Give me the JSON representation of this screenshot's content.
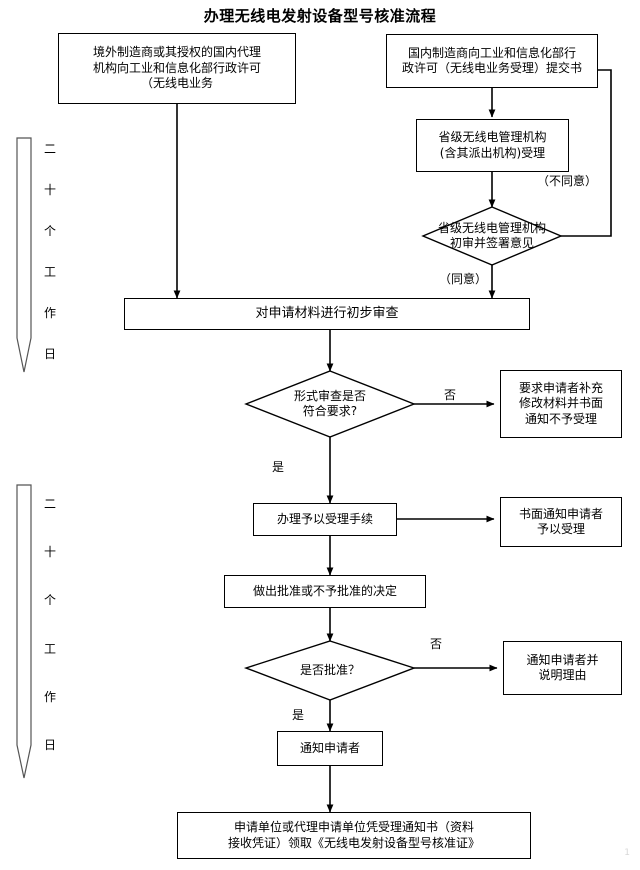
{
  "title": "办理无线电发射设备型号核准流程",
  "page_number": "1",
  "labels": {
    "yes": "是",
    "no": "否",
    "agree": "（同意）",
    "disagree": "（不同意）"
  },
  "duration_markers": [
    {
      "name": "upper",
      "chars": [
        "二",
        "十",
        "个",
        "工",
        "作",
        "日"
      ]
    },
    {
      "name": "lower",
      "chars": [
        "二",
        "十",
        "个",
        "工",
        "作",
        "日"
      ]
    }
  ],
  "nodes": {
    "overseas_applicant": {
      "shape": "box",
      "lines": [
        "境外制造商或其授权的国内代理",
        "机构向工业和信息化部行政许可",
        "（无线电业务"
      ]
    },
    "domestic_applicant": {
      "shape": "box",
      "lines": [
        "国内制造商向工业和信息化部行",
        "政许可（无线电业务受理）提交书"
      ]
    },
    "provincial_accept": {
      "shape": "box",
      "lines": [
        "省级无线电管理机构",
        "(含其派出机构)受理"
      ]
    },
    "provincial_review": {
      "shape": "diamond",
      "lines": [
        "省级无线电管理机构",
        "初审并签署意见"
      ]
    },
    "preliminary_review": {
      "shape": "box",
      "lines": [
        "对申请材料进行初步审查"
      ]
    },
    "form_check": {
      "shape": "diamond",
      "lines": [
        "形式审查是否",
        "符合要求?"
      ]
    },
    "request_supplement": {
      "shape": "box",
      "lines": [
        "要求申请者补充",
        "修改材料并书面",
        "通知不予受理"
      ]
    },
    "acceptance_procedure": {
      "shape": "box",
      "lines": [
        "办理予以受理手续"
      ]
    },
    "written_acceptance_notice": {
      "shape": "box",
      "lines": [
        "书面通知申请者",
        "予以受理"
      ]
    },
    "approval_decision": {
      "shape": "box",
      "lines": [
        "做出批准或不予批准的决定"
      ]
    },
    "approve_check": {
      "shape": "diamond",
      "lines": [
        "是否批准？"
      ]
    },
    "notify_reason": {
      "shape": "box",
      "lines": [
        "通知申请者并",
        "说明理由"
      ]
    },
    "notify_applicant": {
      "shape": "box",
      "lines": [
        "通知申请者"
      ]
    },
    "collect_certificate": {
      "shape": "box",
      "lines": [
        "申请单位或代理申请单位凭受理通知书（资料",
        "接收凭证）领取《无线电发射设备型号核准证》"
      ]
    }
  }
}
